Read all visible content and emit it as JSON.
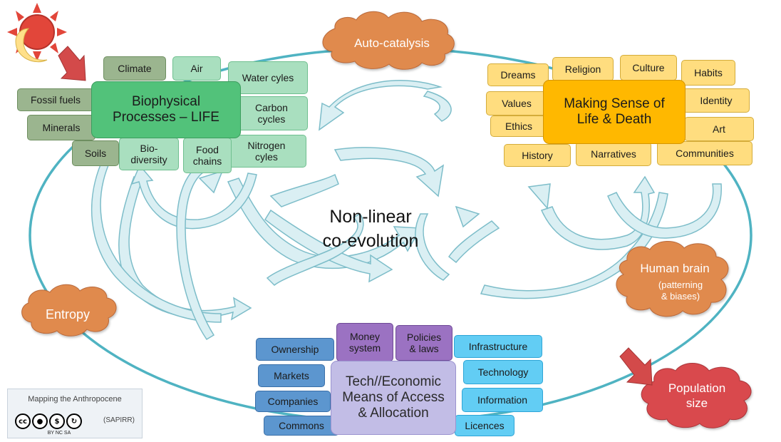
{
  "core": {
    "center": "Non-linear\nco-evolution",
    "life": "Biophysical\nProcesses – LIFE",
    "sense": "Making Sense of\nLife & Death",
    "tech": "Tech//Economic\nMeans of Access\n& Allocation"
  },
  "clouds": {
    "auto": "Auto-catalysis",
    "entropy": "Entropy",
    "brain_title": "Human brain",
    "brain_sub": "(patterning\n& biases)",
    "population": "Population\nsize"
  },
  "bio_items": {
    "climate": "Climate",
    "air": "Air",
    "water": "Water cyles",
    "carbon": "Carbon\ncycles",
    "nitrogen": "Nitrogen\ncyles",
    "fossil": "Fossil fuels",
    "minerals": "Minerals",
    "soils": "Soils",
    "biodiversity": "Bio-\ndiversity",
    "food": "Food\nchains"
  },
  "sense_items": {
    "dreams": "Dreams",
    "religion": "Religion",
    "culture": "Culture",
    "habits": "Habits",
    "values": "Values",
    "identity": "Identity",
    "ethics": "Ethics",
    "art": "Art",
    "history": "History",
    "narratives": "Narratives",
    "communities": "Communities"
  },
  "tech_items": {
    "ownership": "Ownership",
    "money": "Money\nsystem",
    "policies": "Policies\n& laws",
    "infrastructure": "Infrastructure",
    "markets": "Markets",
    "technology": "Technology",
    "companies": "Companies",
    "information": "Information",
    "commons": "Commons",
    "licences": "Licences"
  },
  "logo": {
    "title": "Mapping the Anthropocene",
    "org": "(SAPIRR)",
    "cc": "cc",
    "cc_labels": "BY   NC   SA"
  },
  "colors": {
    "ring": "#4fb3c2",
    "cloud_orange": "#e08a4e",
    "cloud_red": "#d94a4e",
    "arrow_fill": "#d7eef2",
    "arrow_stroke": "#6fb6c4"
  }
}
